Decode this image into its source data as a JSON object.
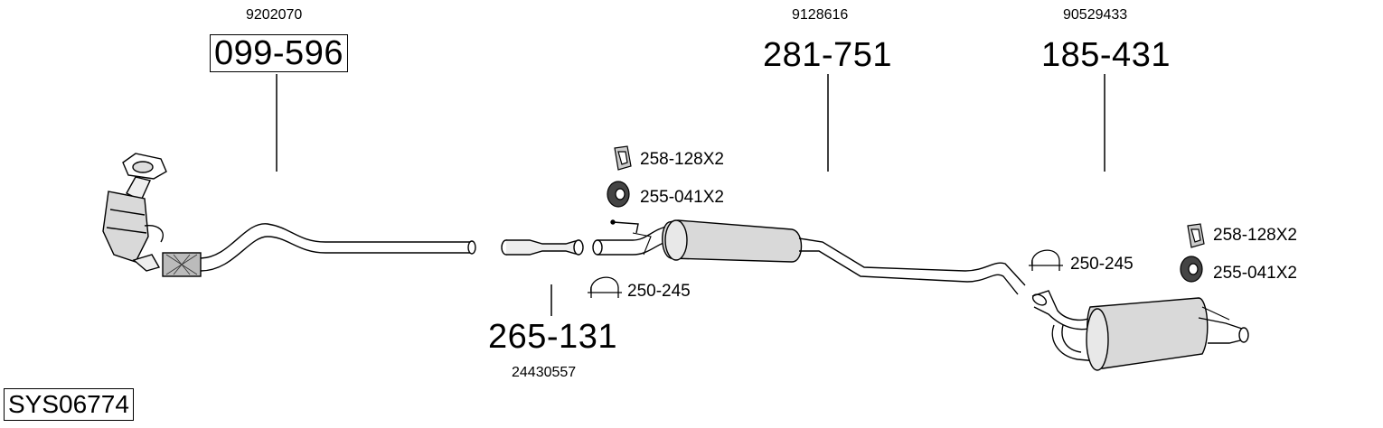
{
  "system_code": "SYS06774",
  "parts": [
    {
      "part_number": "099-596",
      "oem_number": "9202070",
      "boxed": true
    },
    {
      "part_number": "281-751",
      "oem_number": "9128616",
      "boxed": false
    },
    {
      "part_number": "185-431",
      "oem_number": "90529433",
      "boxed": false
    },
    {
      "part_number": "265-131",
      "oem_number": "24430557",
      "boxed": false
    }
  ],
  "accessories": [
    {
      "label": "258-128X2",
      "icon": "rubber-hanger-icon"
    },
    {
      "label": "255-041X2",
      "icon": "rubber-ring-icon"
    },
    {
      "label": "250-245",
      "icon": "pipe-clamp-icon"
    },
    {
      "label": "250-245",
      "icon": "pipe-clamp-icon"
    },
    {
      "label": "258-128X2",
      "icon": "rubber-hanger-icon"
    },
    {
      "label": "255-041X2",
      "icon": "rubber-ring-icon"
    }
  ]
}
